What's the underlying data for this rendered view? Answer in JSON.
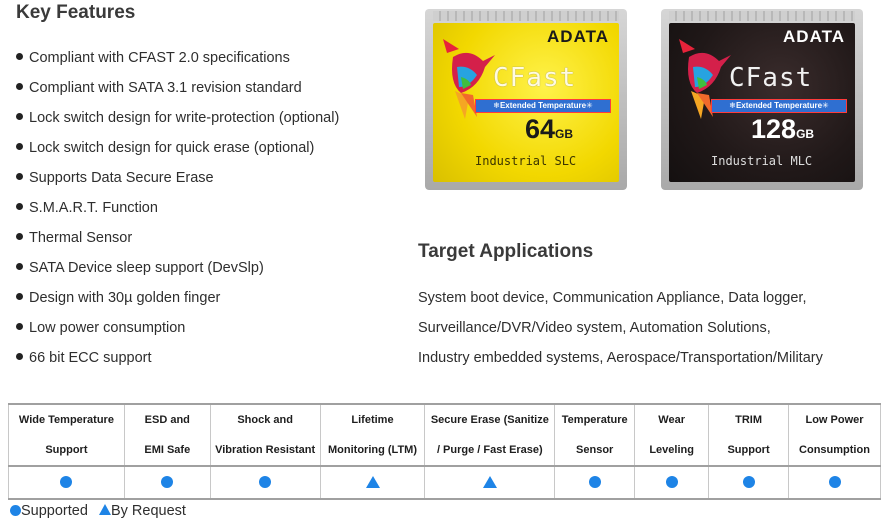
{
  "key_features": {
    "title": "Key Features",
    "items": [
      "Compliant with CFAST 2.0 specifications",
      "Compliant with SATA 3.1 revision standard",
      "Lock switch design for write-protection (optional)",
      "Lock switch design for quick erase (optional)",
      "Supports Data Secure Erase",
      "S.M.A.R.T. Function",
      "Thermal Sensor",
      "SATA Device sleep support (DevSlp)",
      "Design with 30µ golden finger",
      "Low power consumption",
      "66 bit ECC support"
    ]
  },
  "target_applications": {
    "title": "Target Applications",
    "lines": [
      "System boot device, Communication Appliance, Data logger,",
      "Surveillance/DVR/Video system, Automation Solutions,",
      "Industry embedded systems, Aerospace/Transportation/Military"
    ]
  },
  "products": [
    {
      "brand": "ADATA",
      "name": "CFast",
      "badge": "❄Extended Temperature✳",
      "capacity": "64",
      "unit": "GB",
      "grade": "Industrial SLC",
      "color": "#f2d800"
    },
    {
      "brand": "ADATA",
      "name": "CFast",
      "badge": "❄Extended Temperature✳",
      "capacity": "128",
      "unit": "GB",
      "grade": "Industrial MLC",
      "color": "#201818"
    }
  ],
  "feature_table": {
    "headers": [
      "Wide Temperature\nSupport",
      "ESD and\nEMI Safe",
      "Shock and\nVibration Resistant",
      "Lifetime\nMonitoring (LTM)",
      "Secure Erase (Sanitize\n/ Purge / Fast Erase)",
      "Temperature\nSensor",
      "Wear\nLeveling",
      "TRIM\nSupport",
      "Low Power\nConsumption"
    ],
    "values": [
      "supported",
      "supported",
      "supported",
      "by-request",
      "by-request",
      "supported",
      "supported",
      "supported",
      "supported"
    ]
  },
  "legend": {
    "supported": "Supported",
    "by_request": "By Request"
  },
  "colors": {
    "accent": "#1e84e6"
  }
}
